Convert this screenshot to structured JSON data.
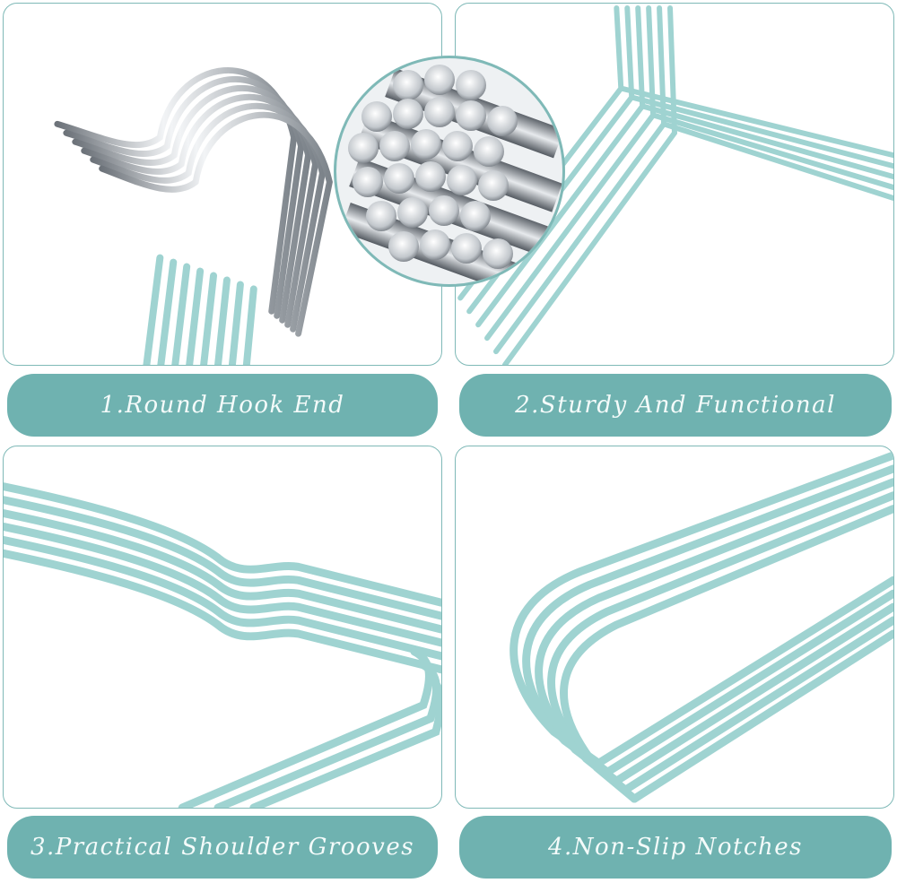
{
  "panels": [
    {
      "caption": "1.Round Hook End"
    },
    {
      "caption": "2.Sturdy And Functional"
    },
    {
      "caption": "3.Practical Shoulder Grooves"
    },
    {
      "caption": "4.Non-Slip Notches"
    }
  ],
  "colors": {
    "accent": "#6fb2b0",
    "hanger": "#9fd3d1",
    "chrome": "#c7ccd1",
    "border": "#7fb9b7"
  }
}
